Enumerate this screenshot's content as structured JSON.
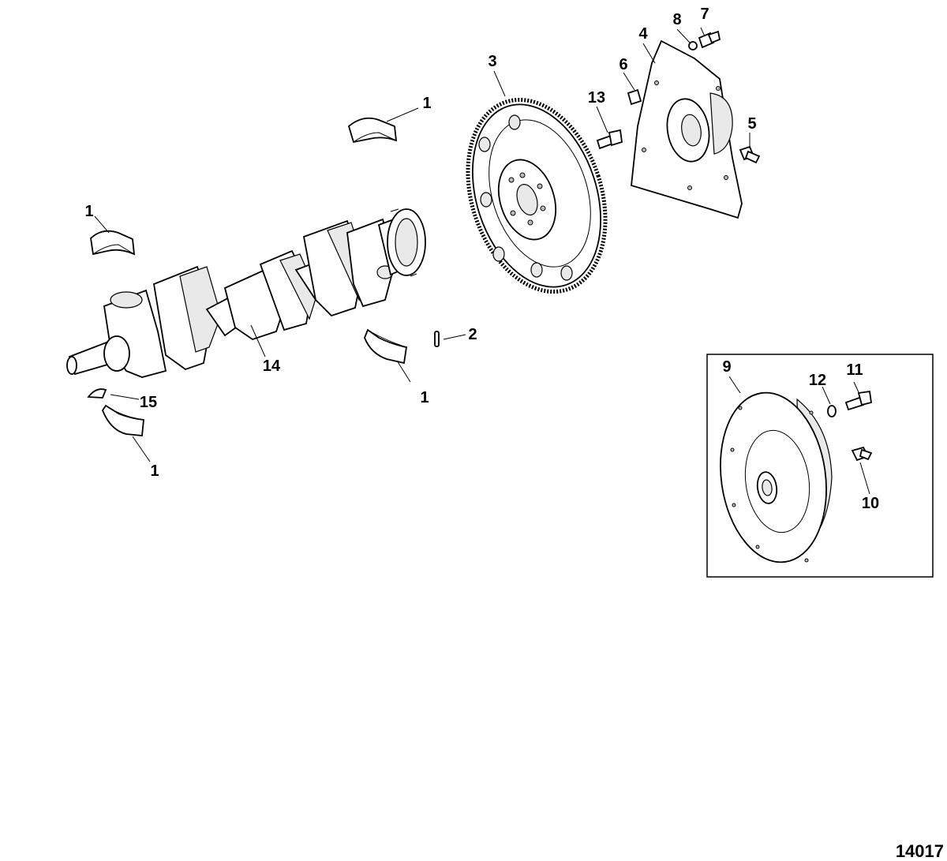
{
  "callouts": {
    "c1_top": "1",
    "c1_left": "1",
    "c1_mid": "1",
    "c1_bottom": "1",
    "c2": "2",
    "c3": "3",
    "c4": "4",
    "c5": "5",
    "c6": "6",
    "c7": "7",
    "c8": "8",
    "c9": "9",
    "c10": "10",
    "c11": "11",
    "c12": "12",
    "c13": "13",
    "c14": "14",
    "c15": "15"
  },
  "figure_number": "14017",
  "colors": {
    "line": "#000000",
    "background": "#ffffff",
    "shade": "#e9e9e9"
  }
}
